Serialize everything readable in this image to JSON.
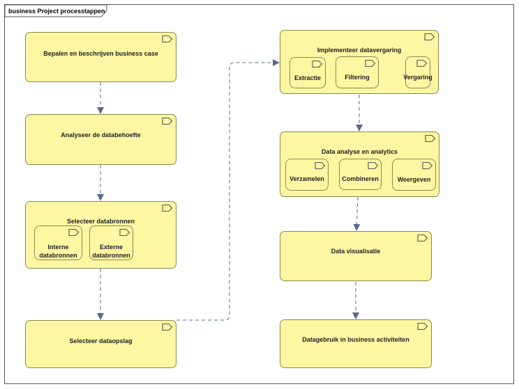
{
  "frame": {
    "title": "business Project processtappen"
  },
  "steps": {
    "bepalen": "Bepalen en beschrijven business case",
    "analyseer": "Analyseer de databehoefte",
    "selecteer_bronnen": "Selecteer databronnen",
    "interne_l1": "Interne",
    "interne_l2": "databronnen",
    "externe_l1": "Externe",
    "externe_l2": "databronnen",
    "dataopslag": "Selecteer dataopslag",
    "implementeer": "Implementeer datavergaring",
    "extractie": "Extractie",
    "filtering": "Filtering",
    "vergaring": "Vergaring",
    "analyse": "Data analyse en analytics",
    "verzamelen": "Verzamelen",
    "combineren": "Combineren",
    "weergeven": "Weergeven",
    "visualisatie": "Data visualisatie",
    "datagebruik": "Datagebruik in business activiteiten"
  },
  "icons": {
    "activity": "activity-arrow-icon"
  },
  "colors": {
    "fill": "#fdf6a3",
    "border": "#8a8a4a",
    "connector": "#5a6a8a"
  }
}
